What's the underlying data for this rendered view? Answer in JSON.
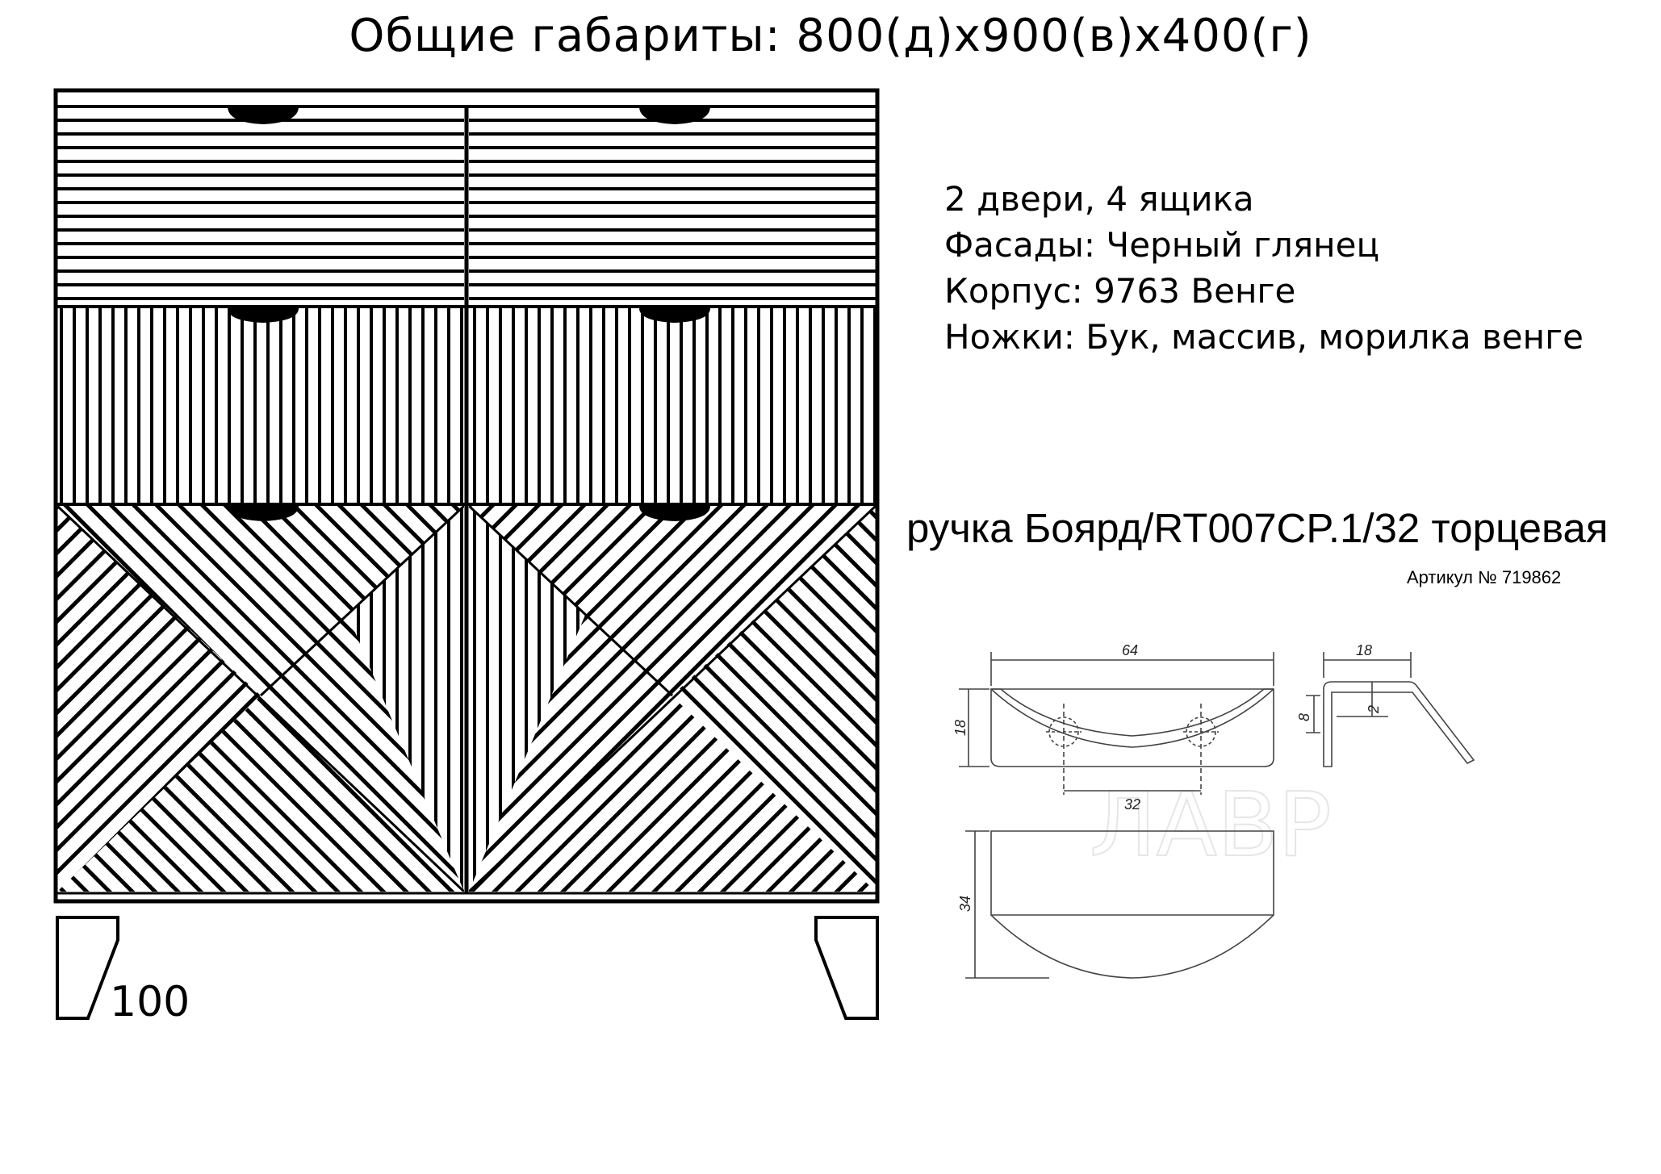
{
  "title": "Общие габариты: 800(д)x900(в)x400(г)",
  "specs": [
    "2 двери, 4 ящика",
    "Фасады: Черный глянец",
    "Корпус: 9763 Венге",
    "Ножки: Бук, массив, морилка венге"
  ],
  "leg_height": "100",
  "handle": {
    "title": "ручка Боярд/RT007CP.1/32 торцевая",
    "article": "Артикул № 719862",
    "dims": {
      "width": "64",
      "height": "18",
      "hole_spacing": "32",
      "depth": "18",
      "lip": "8",
      "thickness": "2",
      "front_height": "34"
    },
    "watermark": "ЛАВР"
  }
}
